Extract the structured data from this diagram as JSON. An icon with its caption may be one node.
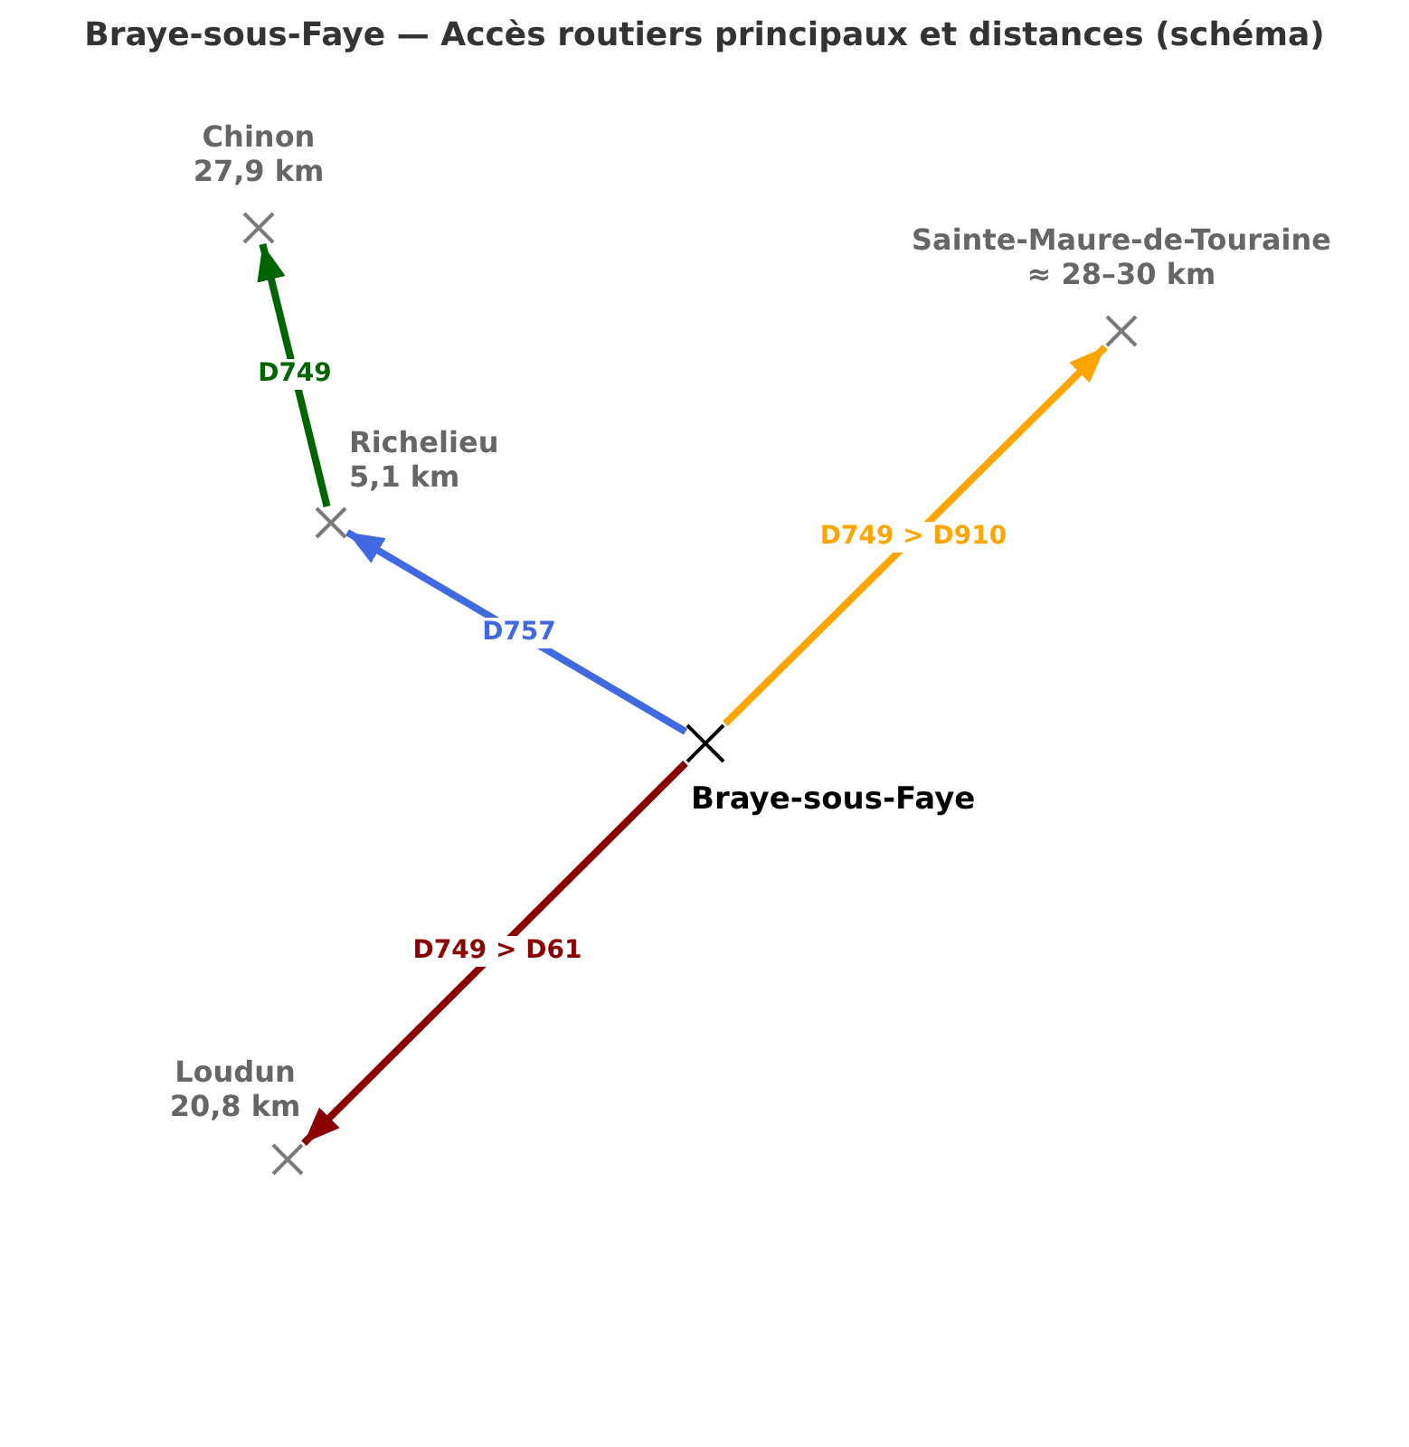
{
  "diagram": {
    "title": "Braye-sous-Faye — Accès routiers principaux et distances (schéma)",
    "nodes": [
      {
        "text": [],
        "shape": "cross",
        "beside": [
          "Chinon",
          "27,9 km"
        ]
      },
      {
        "text": [],
        "shape": "cross",
        "beside": [
          "Sainte-Maure-de-Touraine",
          "≈ 28–30 km"
        ]
      },
      {
        "text": [],
        "shape": "cross",
        "beside": [
          "Richelieu",
          "5,1 km"
        ]
      },
      {
        "text": [],
        "shape": "cross",
        "beside": [
          "Braye-sous-Faye"
        ]
      },
      {
        "text": [],
        "shape": "cross",
        "beside": [
          "Loudun",
          "20,8 km"
        ]
      }
    ],
    "edges": [
      {
        "from": 2,
        "to": 0,
        "arrow": "to",
        "label": "D749",
        "color": "#006400"
      },
      {
        "from": 3,
        "to": 1,
        "arrow": "to",
        "label": "D749 > D910",
        "color": "#ffa500"
      },
      {
        "from": 3,
        "to": 2,
        "arrow": "to",
        "label": "D757",
        "color": "#4169e1"
      },
      {
        "from": 3,
        "to": 4,
        "arrow": "to",
        "label": "D749 > D61",
        "color": "#8b0000"
      }
    ]
  }
}
